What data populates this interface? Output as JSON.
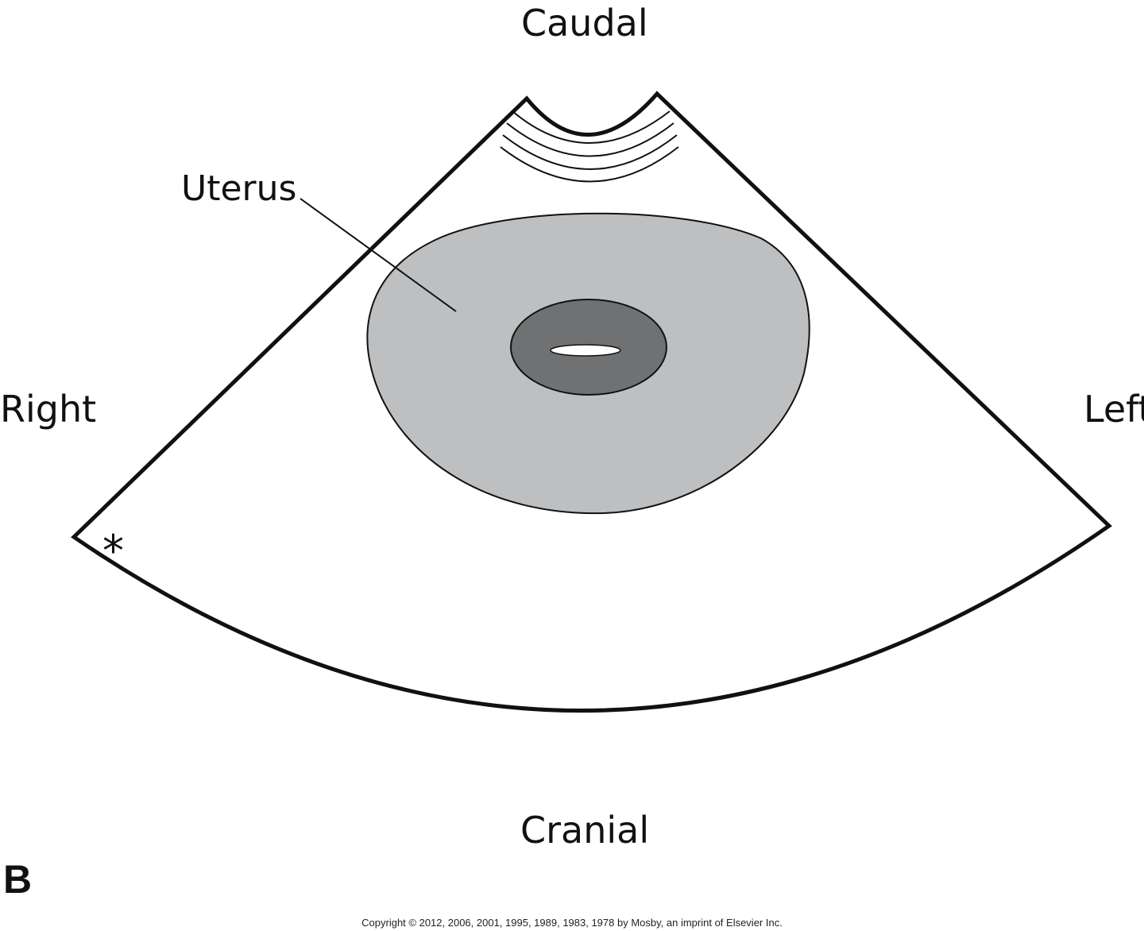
{
  "orientation_labels": {
    "top": "Caudal",
    "bottom": "Cranial",
    "left_side": "Right",
    "right_side": "Left"
  },
  "structure_label": "Uterus",
  "marker_symbol": "*",
  "panel_letter": "B",
  "copyright": "Copyright © 2012, 2006, 2001, 1995, 1989, 1983, 1978 by Mosby, an imprint of Elsevier Inc.",
  "colors": {
    "outline": "#111111",
    "uterus_fill": "#bdbfc1",
    "endometrium_fill": "#6f7173",
    "cavity_fill": "#ffffff",
    "background": "#ffffff"
  }
}
